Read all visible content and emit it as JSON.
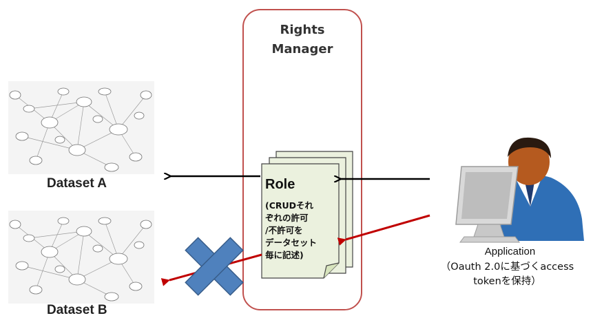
{
  "rights_manager": {
    "title": "Rights\nManager"
  },
  "datasets": [
    {
      "label": "Dataset A"
    },
    {
      "label": "Dataset B"
    }
  ],
  "role": {
    "title": "Role",
    "description": "(CRUDそれ\nぞれの許可\n/不許可を\nデータセット\n毎に記述)"
  },
  "application": {
    "label": "Application",
    "description": "（Oauth 2.0に基づくaccess\ntokenを保持）"
  },
  "colors": {
    "box_border": "#c0504d",
    "note_fill": "#ebf1de",
    "black_arrow": "#000000",
    "red_arrow": "#c00000",
    "cross": "#4f81bd"
  },
  "icons": [
    "network-graph-icon",
    "user-at-computer-icon",
    "cross-mark-icon"
  ]
}
